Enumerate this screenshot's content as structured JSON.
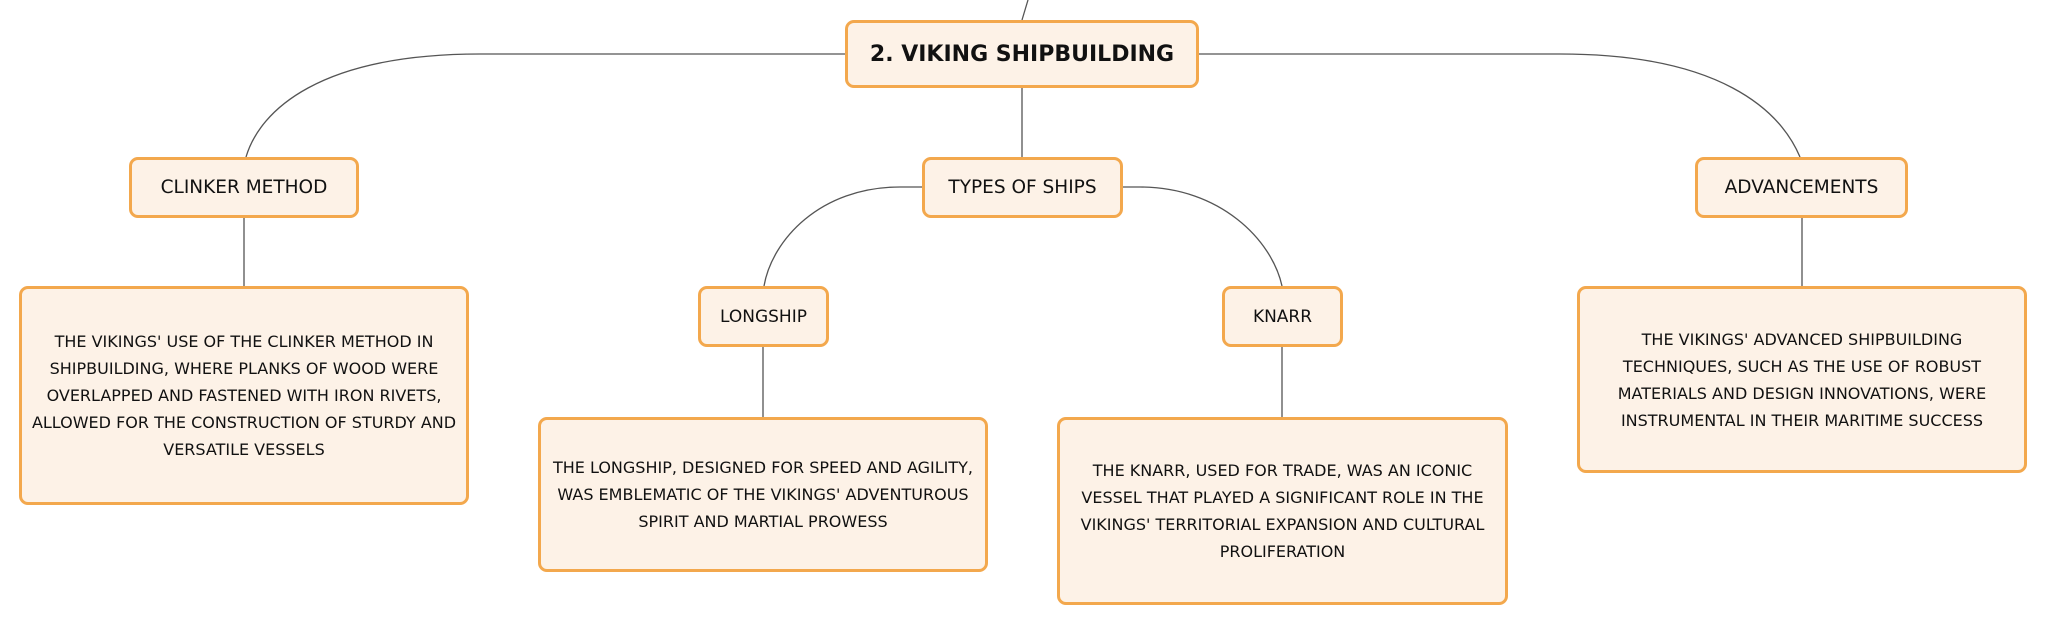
{
  "mindmap": {
    "root": {
      "label": "2. VIKING SHIPBUILDING"
    },
    "branches": [
      {
        "label": "CLINKER METHOD",
        "description": "THE VIKINGS' USE OF THE CLINKER METHOD IN SHIPBUILDING, WHERE PLANKS OF WOOD WERE OVERLAPPED AND FASTENED WITH IRON RIVETS, ALLOWED FOR THE CONSTRUCTION OF STURDY AND VERSATILE VESSELS"
      },
      {
        "label": "TYPES OF SHIPS",
        "children": [
          {
            "label": "LONGSHIP",
            "description": "THE LONGSHIP, DESIGNED FOR SPEED AND AGILITY, WAS EMBLEMATIC OF THE VIKINGS' ADVENTUROUS SPIRIT AND MARTIAL PROWESS"
          },
          {
            "label": "KNARR",
            "description": "THE KNARR, USED FOR TRADE, WAS AN ICONIC VESSEL THAT PLAYED A SIGNIFICANT ROLE IN THE VIKINGS' TERRITORIAL EXPANSION AND CULTURAL PROLIFERATION"
          }
        ]
      },
      {
        "label": "ADVANCEMENTS",
        "description": "THE VIKINGS' ADVANCED SHIPBUILDING TECHNIQUES, SUCH AS THE USE OF ROBUST MATERIALS AND DESIGN INNOVATIONS, WERE INSTRUMENTAL IN THEIR MARITIME SUCCESS"
      }
    ],
    "colors": {
      "node_fill": "#fdf2e7",
      "node_border": "#f3a84d",
      "connector": "#555555"
    }
  }
}
